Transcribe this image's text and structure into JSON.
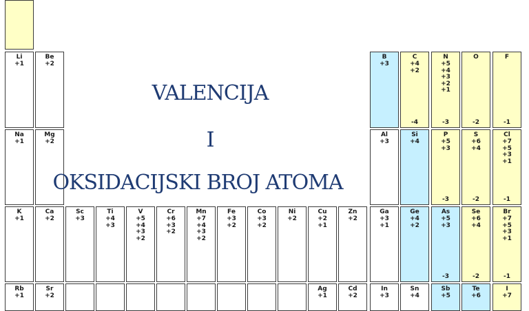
{
  "title_lines": [
    "VALENCIJA",
    "I",
    "OKSIDACIJSKI BROJ ATOMA"
  ],
  "colors": {
    "yellow": "#ffffc6",
    "cyan": "#c6f0ff",
    "title": "#1f3b73"
  },
  "elements": [
    {
      "sym": "",
      "vals": [],
      "color": "yellow",
      "col": 0,
      "row": 0
    },
    {
      "sym": "Li",
      "vals": [
        "+1"
      ],
      "col": 0,
      "row": 1
    },
    {
      "sym": "Be",
      "vals": [
        "+2"
      ],
      "col": 1,
      "row": 1
    },
    {
      "sym": "B",
      "vals": [
        "+3"
      ],
      "color": "cyan",
      "col": 12,
      "row": 1
    },
    {
      "sym": "C",
      "vals": [
        "+4",
        "+2"
      ],
      "bottom": "-4",
      "color": "yellow",
      "col": 13,
      "row": 1
    },
    {
      "sym": "N",
      "vals": [
        "+5",
        "+4",
        "+3",
        "+2",
        "+1"
      ],
      "bottom": "-3",
      "color": "yellow",
      "col": 14,
      "row": 1
    },
    {
      "sym": "O",
      "vals": [],
      "bottom": "-2",
      "color": "yellow",
      "col": 15,
      "row": 1
    },
    {
      "sym": "F",
      "vals": [],
      "bottom": "-1",
      "color": "yellow",
      "col": 16,
      "row": 1
    },
    {
      "sym": "Na",
      "vals": [
        "+1"
      ],
      "col": 0,
      "row": 2
    },
    {
      "sym": "Mg",
      "vals": [
        "+2"
      ],
      "col": 1,
      "row": 2
    },
    {
      "sym": "Al",
      "vals": [
        "+3"
      ],
      "col": 12,
      "row": 2
    },
    {
      "sym": "Si",
      "vals": [
        "+4"
      ],
      "color": "cyan",
      "col": 13,
      "row": 2
    },
    {
      "sym": "P",
      "vals": [
        "+5",
        "+3"
      ],
      "bottom": "-3",
      "color": "yellow",
      "col": 14,
      "row": 2
    },
    {
      "sym": "S",
      "vals": [
        "+6",
        "+4"
      ],
      "bottom": "-2",
      "color": "yellow",
      "col": 15,
      "row": 2
    },
    {
      "sym": "Cl",
      "vals": [
        "+7",
        "+5",
        "+3",
        "+1"
      ],
      "bottom": "-1",
      "color": "yellow",
      "col": 16,
      "row": 2
    },
    {
      "sym": "K",
      "vals": [
        "+1"
      ],
      "col": 0,
      "row": 3
    },
    {
      "sym": "Ca",
      "vals": [
        "+2"
      ],
      "col": 1,
      "row": 3
    },
    {
      "sym": "Sc",
      "vals": [
        "+3"
      ],
      "col": 2,
      "row": 3
    },
    {
      "sym": "Ti",
      "vals": [
        "+4",
        "+3"
      ],
      "col": 3,
      "row": 3
    },
    {
      "sym": "V",
      "vals": [
        "+5",
        "+4",
        "+3",
        "+2"
      ],
      "col": 4,
      "row": 3
    },
    {
      "sym": "Cr",
      "vals": [
        "+6",
        "+3",
        "+2"
      ],
      "col": 5,
      "row": 3
    },
    {
      "sym": "Mn",
      "vals": [
        "+7",
        "+4",
        "+3",
        "+2"
      ],
      "col": 6,
      "row": 3
    },
    {
      "sym": "Fe",
      "vals": [
        "+3",
        "+2"
      ],
      "col": 7,
      "row": 3
    },
    {
      "sym": "Co",
      "vals": [
        "+3",
        "+2"
      ],
      "col": 8,
      "row": 3
    },
    {
      "sym": "Ni",
      "vals": [
        "+2"
      ],
      "col": 9,
      "row": 3
    },
    {
      "sym": "Cu",
      "vals": [
        "+2",
        "+1"
      ],
      "col": 10,
      "row": 3
    },
    {
      "sym": "Zn",
      "vals": [
        "+2"
      ],
      "col": 11,
      "row": 3
    },
    {
      "sym": "Ga",
      "vals": [
        "+3",
        "+1"
      ],
      "col": 12,
      "row": 3
    },
    {
      "sym": "Ge",
      "vals": [
        "+4",
        "+2"
      ],
      "color": "cyan",
      "col": 13,
      "row": 3
    },
    {
      "sym": "As",
      "vals": [
        "+5",
        "+3"
      ],
      "bottom": "-3",
      "color": "cyan",
      "col": 14,
      "row": 3
    },
    {
      "sym": "Se",
      "vals": [
        "+6",
        "+4"
      ],
      "bottom": "-2",
      "color": "yellow",
      "col": 15,
      "row": 3
    },
    {
      "sym": "Br",
      "vals": [
        "+7",
        "+5",
        "+3",
        "+1"
      ],
      "bottom": "-1",
      "color": "yellow",
      "col": 16,
      "row": 3
    },
    {
      "sym": "Rb",
      "vals": [
        "+1"
      ],
      "col": 0,
      "row": 4
    },
    {
      "sym": "Sr",
      "vals": [
        "+2"
      ],
      "col": 1,
      "row": 4
    },
    {
      "sym": "",
      "vals": [],
      "col": 2,
      "row": 4
    },
    {
      "sym": "",
      "vals": [],
      "col": 3,
      "row": 4
    },
    {
      "sym": "",
      "vals": [],
      "col": 4,
      "row": 4
    },
    {
      "sym": "",
      "vals": [],
      "col": 5,
      "row": 4
    },
    {
      "sym": "",
      "vals": [],
      "col": 6,
      "row": 4
    },
    {
      "sym": "",
      "vals": [],
      "col": 7,
      "row": 4
    },
    {
      "sym": "",
      "vals": [],
      "col": 8,
      "row": 4
    },
    {
      "sym": "",
      "vals": [],
      "col": 9,
      "row": 4
    },
    {
      "sym": "Ag",
      "vals": [
        "+1"
      ],
      "col": 10,
      "row": 4
    },
    {
      "sym": "Cd",
      "vals": [
        "+2"
      ],
      "col": 11,
      "row": 4
    },
    {
      "sym": "In",
      "vals": [
        "+3"
      ],
      "col": 12,
      "row": 4
    },
    {
      "sym": "Sn",
      "vals": [
        "+4"
      ],
      "col": 13,
      "row": 4
    },
    {
      "sym": "Sb",
      "vals": [
        "+5"
      ],
      "color": "cyan",
      "col": 14,
      "row": 4
    },
    {
      "sym": "Te",
      "vals": [
        "+6"
      ],
      "color": "cyan",
      "col": 15,
      "row": 4
    },
    {
      "sym": "I",
      "vals": [
        "+7"
      ],
      "color": "yellow",
      "col": 16,
      "row": 4
    }
  ]
}
